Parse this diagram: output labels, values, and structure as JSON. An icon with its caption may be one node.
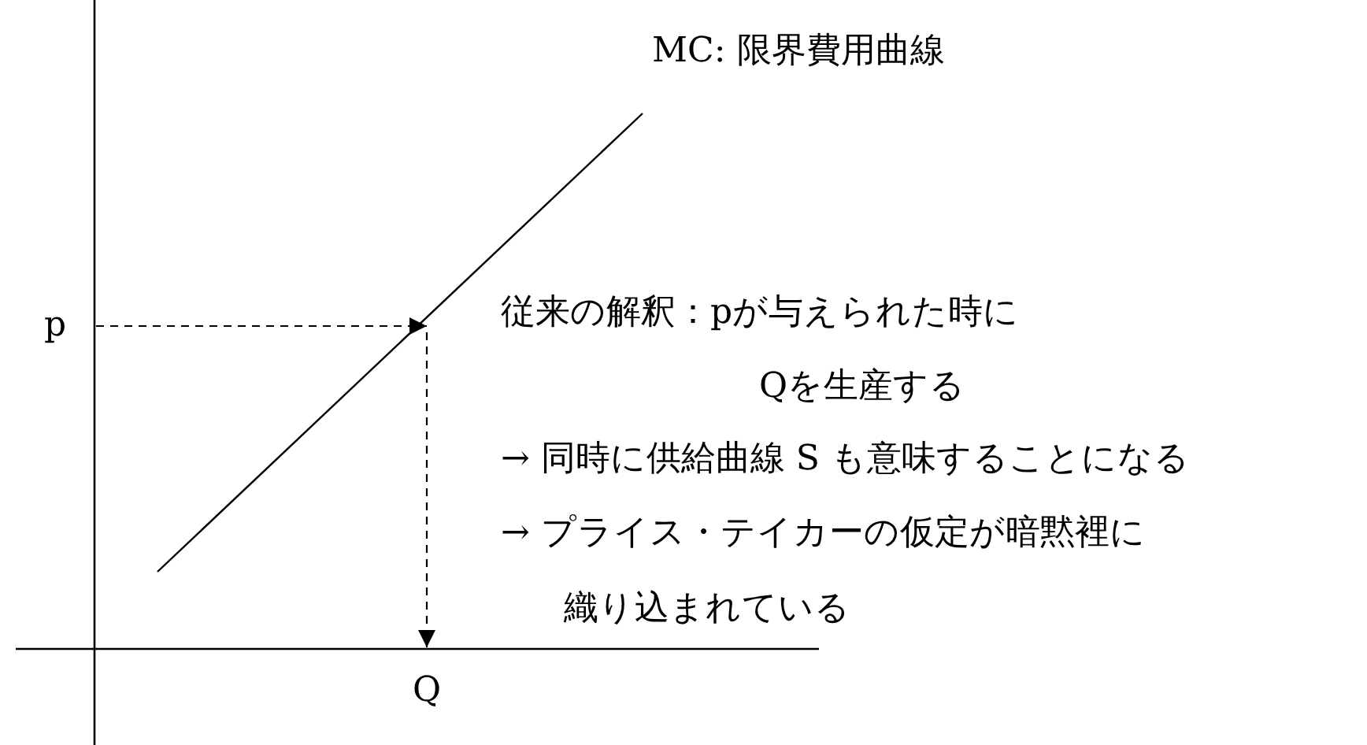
{
  "diagram": {
    "labels": [
      "MC: 限界費用曲線",
      "p",
      "従来の解釈：pが与えられた時に",
      "Qを生産する",
      "→ 同時に供給曲線 S も意味することになる",
      "→ プライス・テイカーの仮定が暗黙裡に",
      "織り込まれている",
      "Q"
    ]
  }
}
